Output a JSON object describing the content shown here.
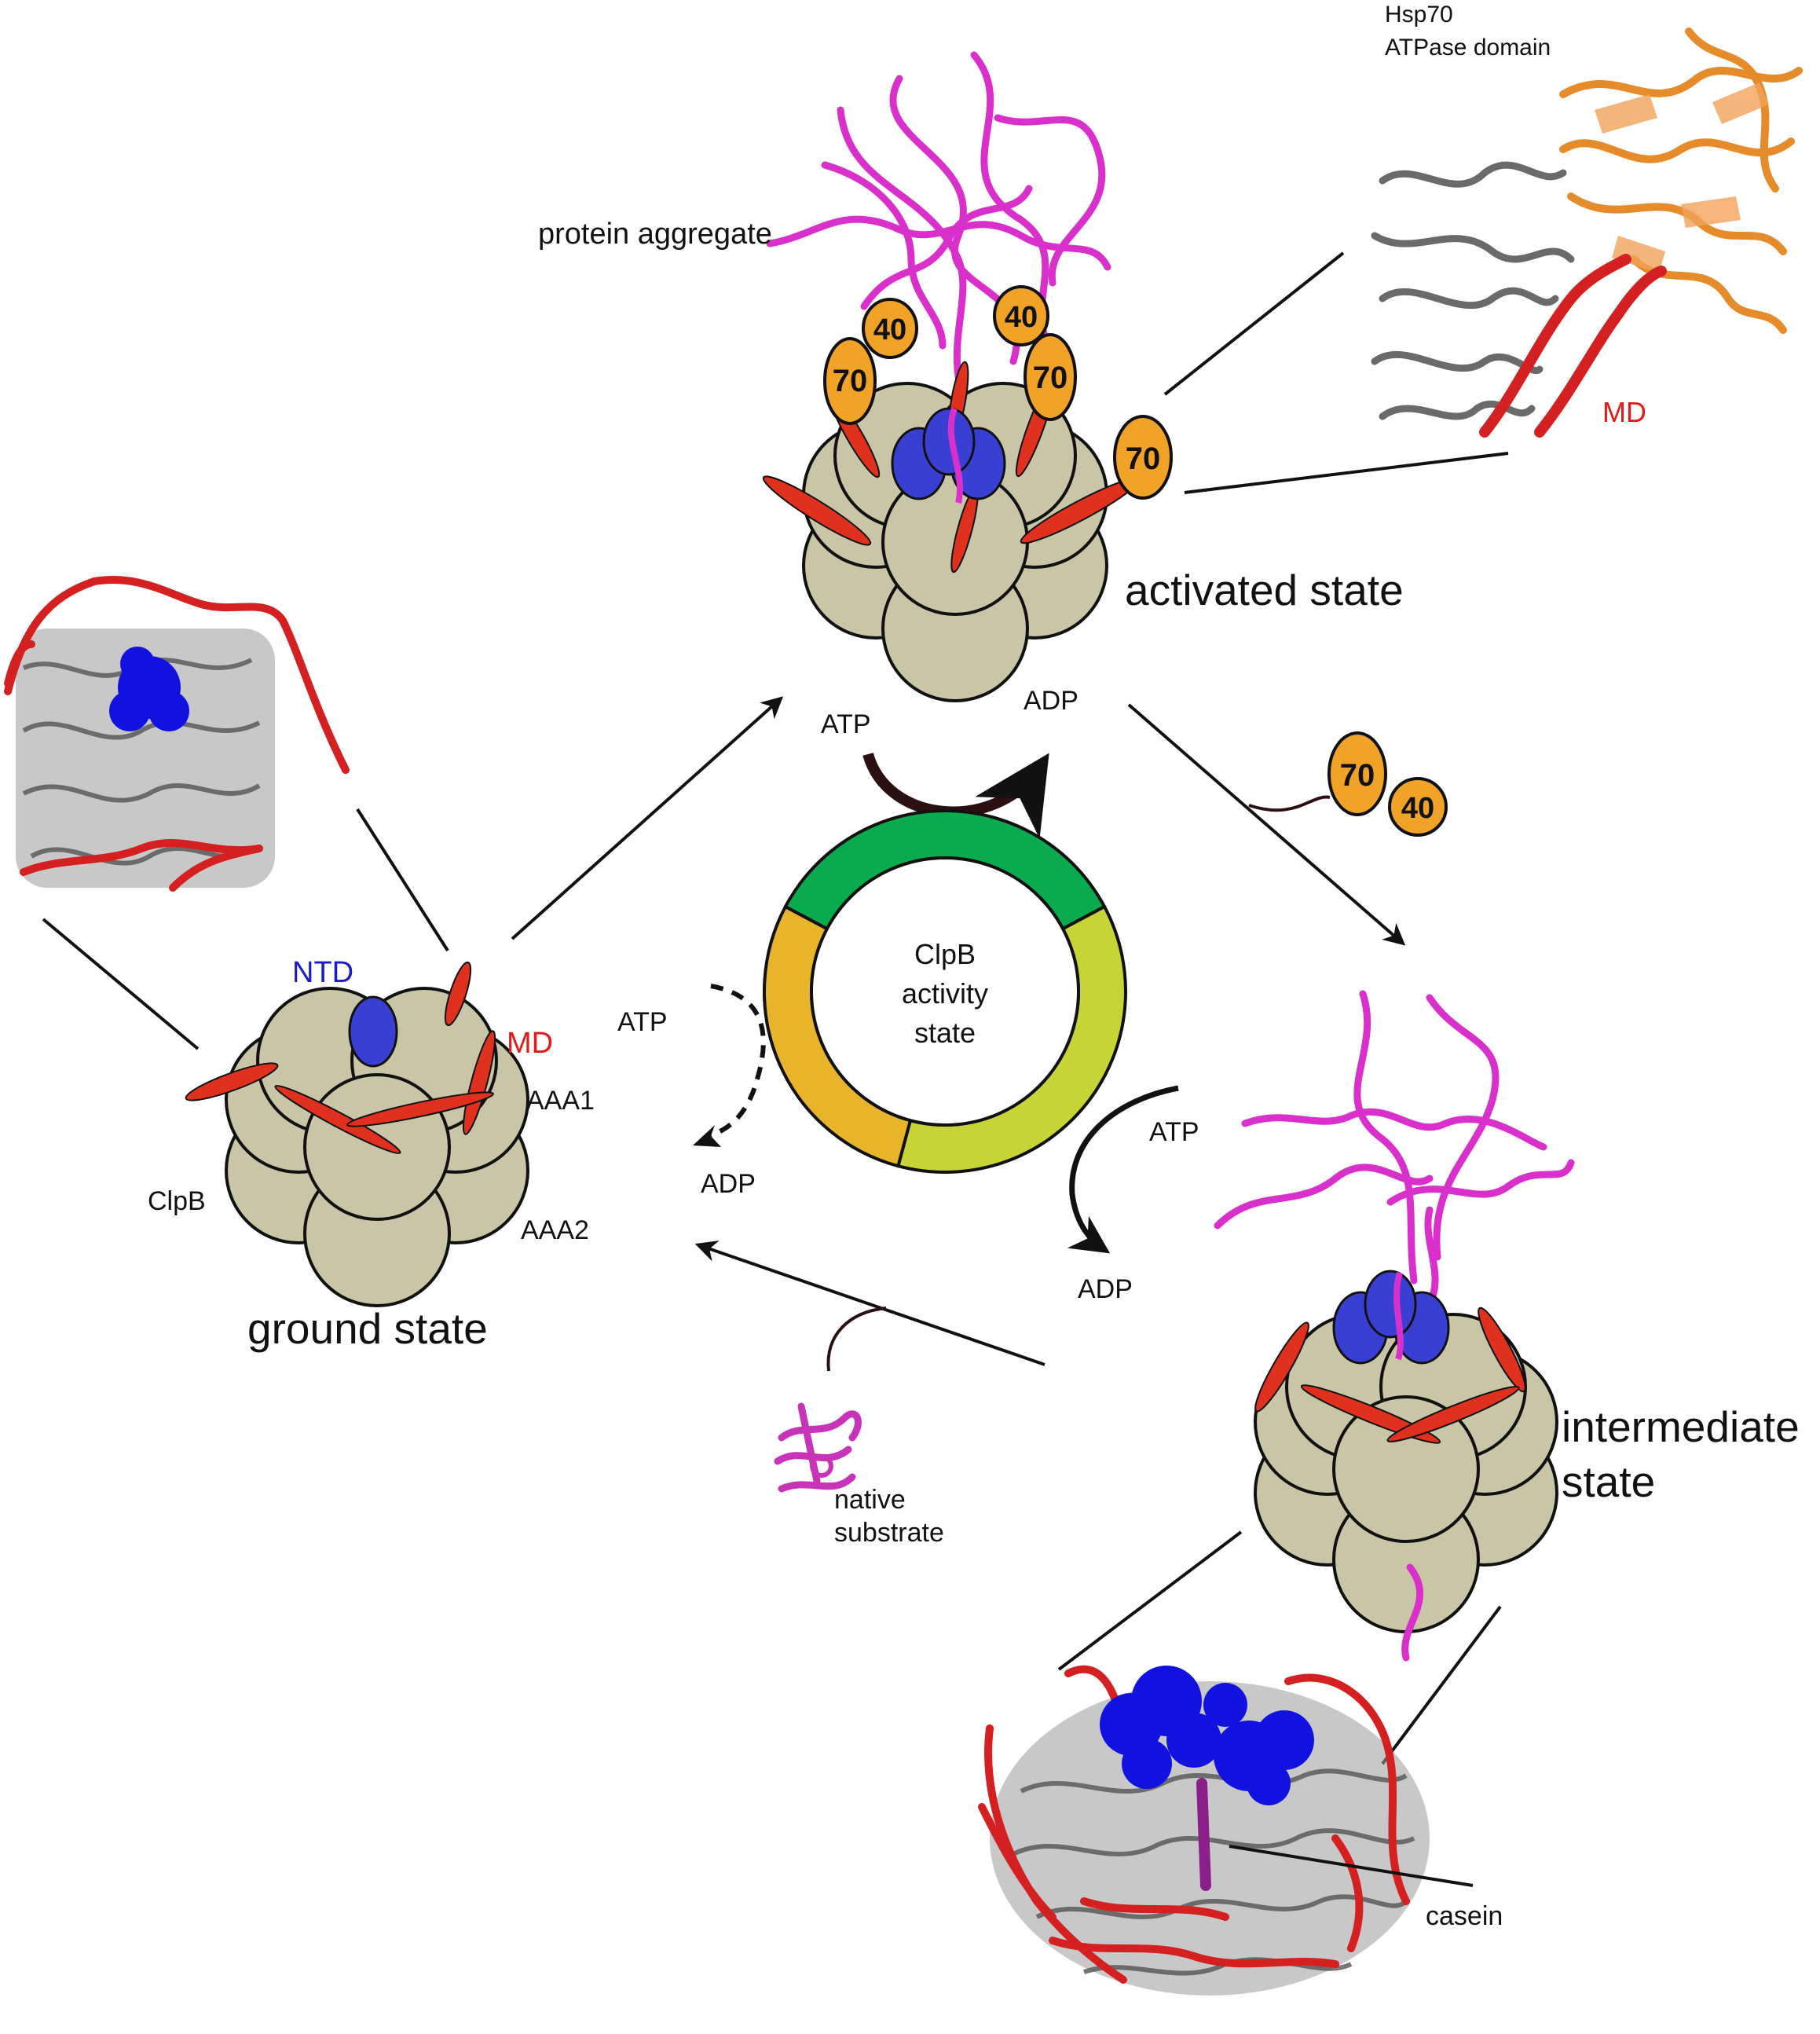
{
  "labels": {
    "hsp70_line1": "Hsp70",
    "hsp70_line2": "ATPase domain",
    "md_top": "MD",
    "protein_aggregate": "protein aggregate",
    "activated_state": "activated state",
    "ground_state": "ground state",
    "intermediate_state_line1": "intermediate",
    "intermediate_state_line2": "state",
    "ntd": "NTD",
    "md": "MD",
    "aaa1": "AAA1",
    "aaa2": "AAA2",
    "clpb": "ClpB",
    "center_line1": "ClpB",
    "center_line2": "activity",
    "center_line3": "state",
    "atp_top": "ATP",
    "adp_top": "ADP",
    "atp_left": "ATP",
    "adp_left": "ADP",
    "atp_right": "ATP",
    "adp_right": "ADP",
    "native_line1": "native",
    "native_line2": "substrate",
    "casein": "casein",
    "chap70": "70",
    "chap40": "40"
  },
  "activity_ring": {
    "segments": [
      {
        "name": "activated",
        "color": "#0aaa4e"
      },
      {
        "name": "intermediate",
        "color": "#c6d535"
      },
      {
        "name": "ground",
        "color": "#e8b52a"
      }
    ]
  },
  "colors": {
    "subunit": "#c8c6a6",
    "ntd": "#3a3fd4",
    "md": "#e0301e",
    "chaperone": "#f0a326",
    "aggregate": "#d930cc",
    "md_text": "#e11a1a",
    "ntd_text": "#1a1acc"
  }
}
